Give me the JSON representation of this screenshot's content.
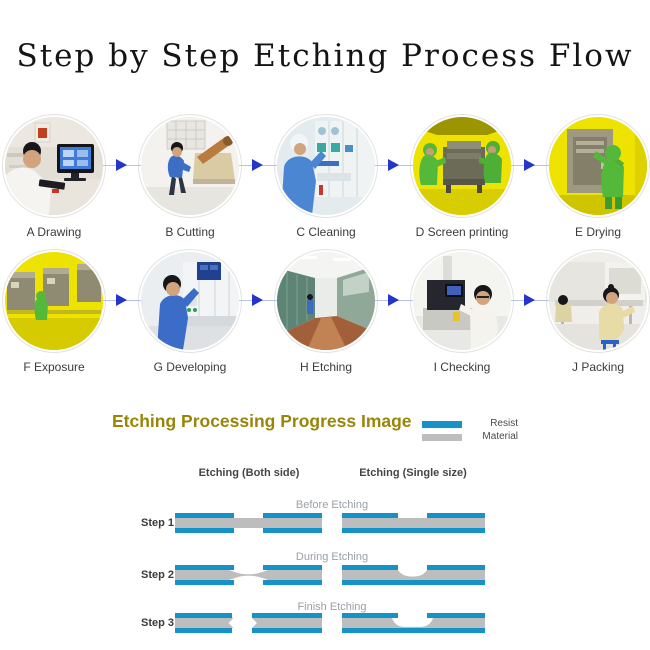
{
  "title": "Step by Step Etching Process Flow",
  "process": {
    "rows": [
      {
        "steps": [
          {
            "label": "A Drawing"
          },
          {
            "label": "B Cutting"
          },
          {
            "label": "C Cleaning"
          },
          {
            "label": "D Screen printing"
          },
          {
            "label": "E Drying"
          }
        ]
      },
      {
        "steps": [
          {
            "label": "F Exposure"
          },
          {
            "label": "G Developing"
          },
          {
            "label": "H Etching"
          },
          {
            "label": "I Checking"
          },
          {
            "label": "J Packing"
          }
        ]
      }
    ]
  },
  "diagram": {
    "heading": "Etching Processing Progress Image",
    "legend": {
      "resist": "Resist",
      "material": "Material"
    },
    "columns": [
      "Etching (Both side)",
      "Etching (Single size)"
    ],
    "phases": [
      "Before Etching",
      "During Etching",
      "Finish Etching"
    ],
    "steps": [
      "Step 1",
      "Step 2",
      "Step 3"
    ],
    "states": {
      "step1": {
        "both_side": "resist opened top and bottom, material intact",
        "single_side": "resist opened on top only, material intact"
      },
      "step2": {
        "both_side": "material etched from both sides, thin web remains",
        "single_side": "material partially etched from top"
      },
      "step3": {
        "both_side": "material etched through, pieces separated",
        "single_side": "deep cavity etched from top, thin floor remains"
      }
    }
  },
  "colors": {
    "resist": "#1593c8",
    "material": "#bdbdbd",
    "arrow": "#2336c9",
    "connector": "#b6c3e8",
    "heading": "#99850a"
  }
}
